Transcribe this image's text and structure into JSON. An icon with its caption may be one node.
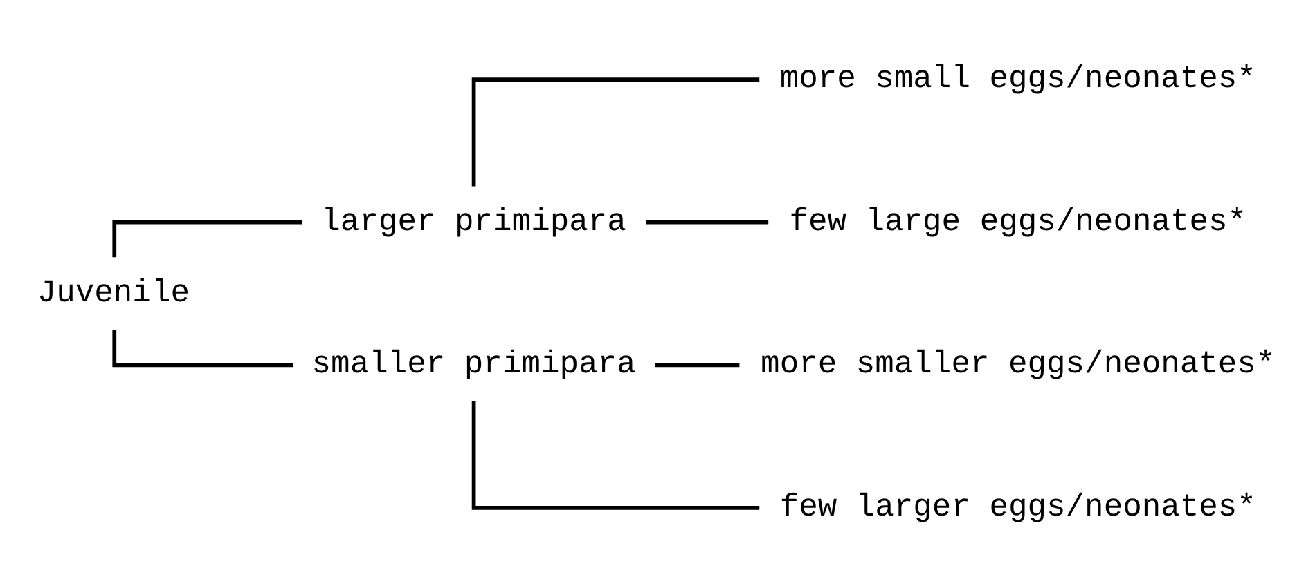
{
  "diagram": {
    "nodes": [
      {
        "text": [
          "Juvenile"
        ]
      },
      {
        "text": [
          "larger primipara"
        ]
      },
      {
        "text": [
          "smaller primipara"
        ]
      },
      {
        "text": [
          "more small eggs/neonates*"
        ]
      },
      {
        "text": [
          "few large eggs/neonates*"
        ]
      },
      {
        "text": [
          "more smaller eggs/neonates*"
        ]
      },
      {
        "text": [
          "few larger eggs/neonates*"
        ]
      }
    ],
    "edges": [
      {
        "from": 0,
        "to": 1,
        "arrow": "none"
      },
      {
        "from": 0,
        "to": 2,
        "arrow": "none"
      },
      {
        "from": 1,
        "to": 3,
        "arrow": "none"
      },
      {
        "from": 1,
        "to": 4,
        "arrow": "none"
      },
      {
        "from": 2,
        "to": 5,
        "arrow": "none"
      },
      {
        "from": 2,
        "to": 6,
        "arrow": "none"
      }
    ]
  }
}
